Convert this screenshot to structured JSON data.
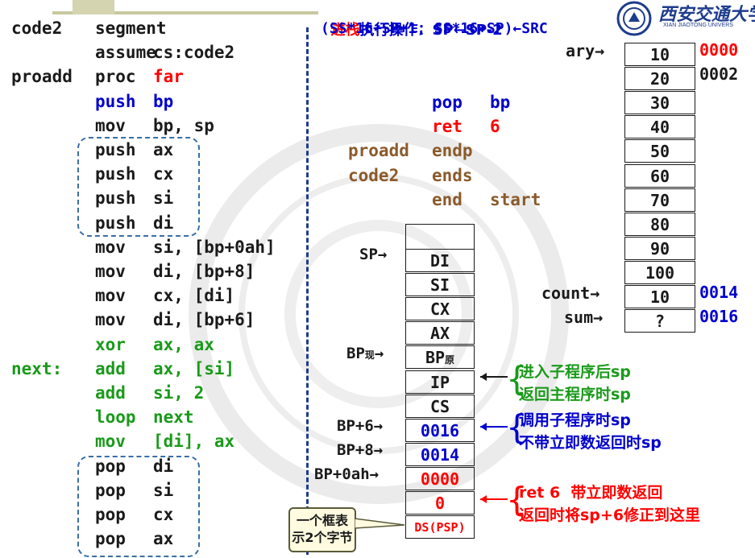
{
  "header": {
    "title_red": "进栈",
    "title_blue": "执行操作：SP←SP-2",
    "title_line2": "(SS*16+SP+1, SS*16+SP)←SRC"
  },
  "logo": {
    "text": "西安交通大学",
    "subtext": "XIAN JIAOTONG UNIVERS"
  },
  "code_left": [
    {
      "label": "code2",
      "op": "segment",
      "arg": "",
      "color": "black"
    },
    {
      "label": "",
      "op": "assume",
      "arg": "cs:code2",
      "color": "black"
    },
    {
      "label": "proadd",
      "op": "proc",
      "arg": "far",
      "color": "black"
    },
    {
      "label": "",
      "op": "push",
      "arg": "bp",
      "color": "blue"
    },
    {
      "label": "",
      "op": "mov",
      "arg": "bp, sp",
      "color": "black"
    },
    {
      "label": "",
      "op": "push",
      "arg": "ax",
      "color": "black"
    },
    {
      "label": "",
      "op": "push",
      "arg": "cx",
      "color": "black"
    },
    {
      "label": "",
      "op": "push",
      "arg": "si",
      "color": "black"
    },
    {
      "label": "",
      "op": "push",
      "arg": "di",
      "color": "black"
    },
    {
      "label": "",
      "op": "mov",
      "arg": "si, [bp+0ah]",
      "color": "black"
    },
    {
      "label": "",
      "op": "mov",
      "arg": "di, [bp+8]",
      "color": "black"
    },
    {
      "label": "",
      "op": "mov",
      "arg": "cx, [di]",
      "color": "black"
    },
    {
      "label": "",
      "op": "mov",
      "arg": "di, [bp+6]",
      "color": "black"
    },
    {
      "label": "",
      "op": "xor",
      "arg": "ax, ax",
      "color": "green"
    },
    {
      "label": "next:",
      "op": "add",
      "arg": "ax, [si]",
      "color": "green"
    },
    {
      "label": "",
      "op": "add",
      "arg": "si, 2",
      "color": "green"
    },
    {
      "label": "",
      "op": "loop",
      "arg": "next",
      "color": "green"
    },
    {
      "label": "",
      "op": "mov",
      "arg": "[di], ax",
      "color": "green"
    },
    {
      "label": "",
      "op": "pop",
      "arg": "di",
      "color": "black"
    },
    {
      "label": "",
      "op": "pop",
      "arg": "si",
      "color": "black"
    },
    {
      "label": "",
      "op": "pop",
      "arg": "cx",
      "color": "black"
    },
    {
      "label": "",
      "op": "pop",
      "arg": "ax",
      "color": "black"
    }
  ],
  "code_right": [
    {
      "label": "",
      "op": "pop",
      "arg": "bp",
      "color": "blue"
    },
    {
      "label": "",
      "op": "ret",
      "arg": "6",
      "color": "red"
    },
    {
      "label": "proadd",
      "op": "endp",
      "arg": "",
      "color": "brown"
    },
    {
      "label": "code2",
      "op": "ends",
      "arg": "",
      "color": "brown"
    },
    {
      "label": "",
      "op": "end",
      "arg": "start",
      "color": "brown"
    }
  ],
  "ary": {
    "label": "ary→",
    "count_label": "count→",
    "sum_label": "sum→",
    "cells": [
      "10",
      "20",
      "30",
      "40",
      "50",
      "60",
      "70",
      "80",
      "90",
      "100",
      "10",
      "?"
    ],
    "addr_0000": "0000",
    "addr_0002": "0002",
    "addr_0014": "0014",
    "addr_0016": "0016"
  },
  "stack": {
    "cells": [
      "DI",
      "SI",
      "CX",
      "AX",
      "BP原",
      "IP",
      "CS",
      "0016",
      "0014",
      "0000",
      "0",
      "DS(PSP)"
    ],
    "sp_label": "SP→",
    "bp_label": "BP现→",
    "bp6_label": "BP+6→",
    "bp8_label": "BP+8→",
    "bp0ah_label": "BP+0ah→"
  },
  "notes": {
    "note1_line1": "进入子程序后sp",
    "note1_line2": "返回主程序时sp",
    "note2_line1": "调用子程序时sp",
    "note2_line2": "不带立即数返回时sp",
    "note3_line1": "ret 6  带立即数返回",
    "note3_line2": "返回时将sp+6修正到这里",
    "callout": "一个框表示2个字节"
  },
  "colors": {
    "green": "#1a9a1a",
    "blue": "#0000cc",
    "red": "#ff0000",
    "brown": "#8b5a2b"
  }
}
